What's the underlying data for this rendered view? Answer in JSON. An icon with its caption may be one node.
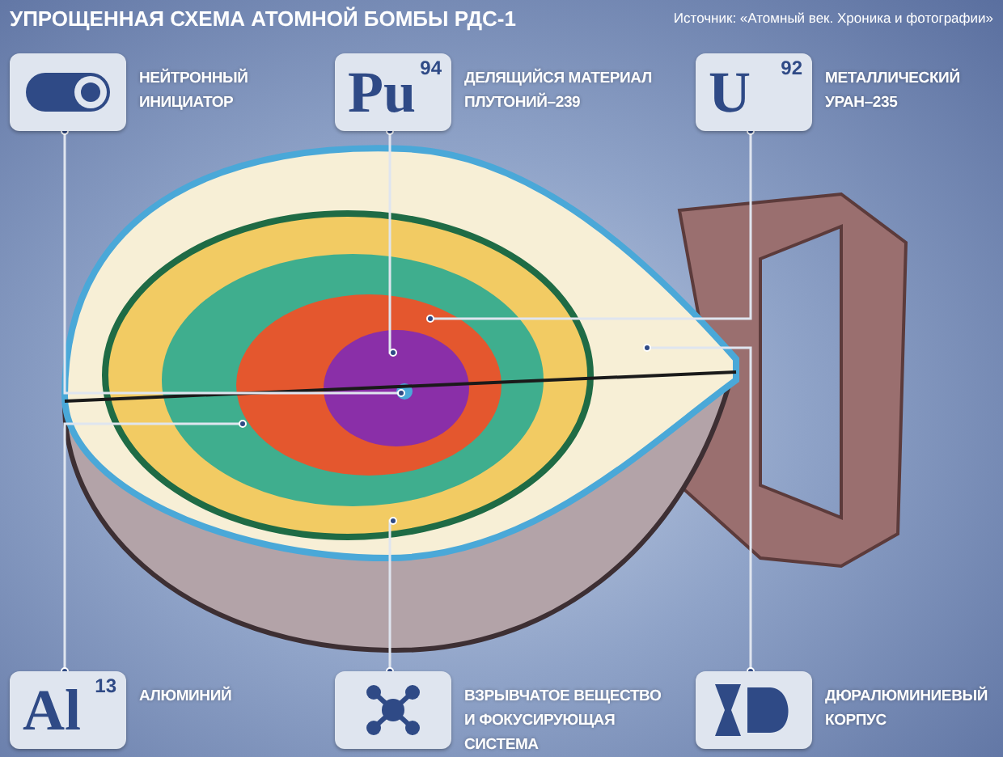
{
  "diagram": {
    "title": "УПРОЩЕННАЯ СХЕМА АТОМНОЙ БОМБЫ РДС-1",
    "nodes": [
      {
        "text": [],
        "shape": "box",
        "beside": [
          "НЕЙТРОННЫЙ ИНИЦИАТОР"
        ]
      },
      {
        "text": [
          "Pu",
          "94"
        ],
        "beside": [
          "ДЕЛЯЩИЙСЯ МАТЕРИАЛ ПЛУТОНИЙ–239"
        ]
      },
      {
        "text": [
          "U",
          "92"
        ],
        "beside": [
          "МЕТАЛЛИЧЕСКИЙ УРАН–235"
        ]
      },
      {
        "text": [],
        "shape": "picture"
      },
      {
        "text": [],
        "shape": "circle",
        "in": 3
      },
      {
        "text": [],
        "shape": "circle",
        "in": 4
      },
      {
        "text": [],
        "shape": "circle",
        "in": 5
      },
      {
        "text": [],
        "shape": "circle",
        "in": 6
      },
      {
        "text": [],
        "shape": "circle",
        "in": 7
      },
      {
        "text": [
          "Al",
          "13"
        ],
        "beside": [
          "АЛЮМИНИЙ"
        ]
      },
      {
        "text": [],
        "shape": "box",
        "beside": [
          "ВЗРЫВЧАТОЕ ВЕЩЕСТВО И ФОКУСИРУЮЩАЯ СИСТЕМА"
        ]
      },
      {
        "text": [],
        "shape": "box",
        "beside": [
          "ДЮРАЛЮМИНИЕВЫЙ КОРПУС"
        ]
      }
    ],
    "edges": [
      {
        "from": 0,
        "to": 8,
        "arrow": "other"
      },
      {
        "from": 1,
        "to": 7,
        "arrow": "other"
      },
      {
        "from": 2,
        "to": 6,
        "arrow": "other"
      },
      {
        "from": 9,
        "to": 5,
        "arrow": "other"
      },
      {
        "from": 10,
        "to": 4,
        "arrow": "other"
      },
      {
        "from": 11,
        "to": 3,
        "arrow": "other"
      }
    ],
    "labels": [
      "Источник: «Атомный век. Хроника и фотографии»"
    ]
  }
}
